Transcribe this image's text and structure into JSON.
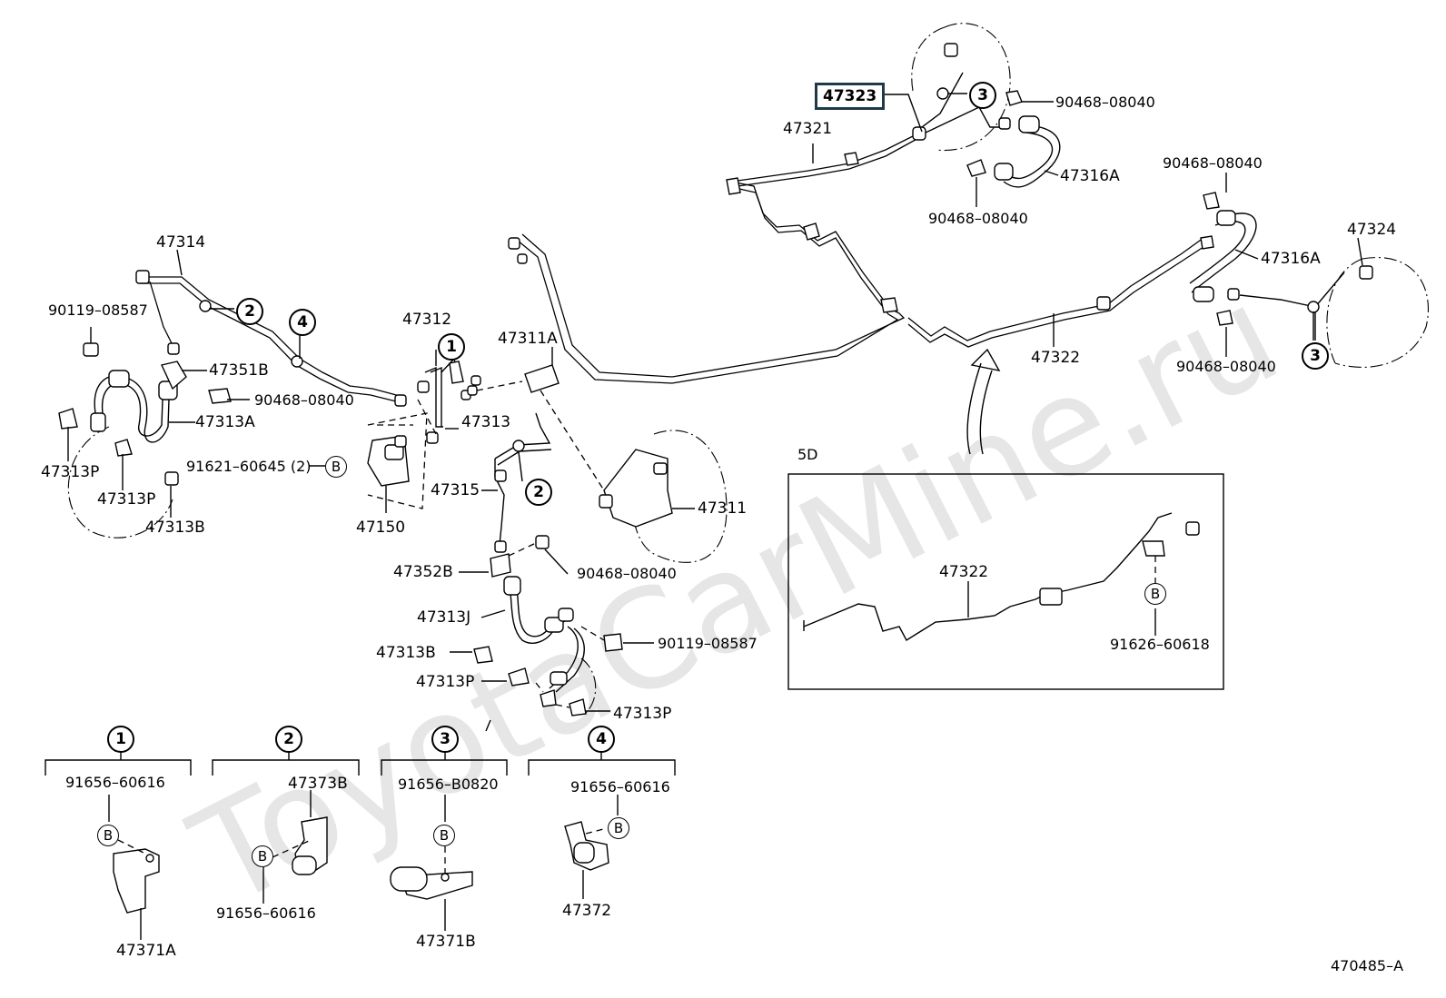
{
  "watermark": "ToyotaCarMine.ru",
  "figure_id": "470485–A",
  "inset": {
    "title": "5D",
    "part_pipe": "47322",
    "part_bolt": "91626–60618",
    "bolt_letter": "B"
  },
  "highlighted_part": "47323",
  "labels": {
    "p47321": "47321",
    "p47316a_top": "47316A",
    "p90468_top_r": "90468–08040",
    "p90468_top_b": "90468–08040",
    "p90468_right_t": "90468–08040",
    "p90468_right_b": "90468–08040",
    "p47324": "47324",
    "p47316a_right": "47316A",
    "p47322": "47322",
    "p47314": "47314",
    "p90119_left": "90119–08587",
    "p47351b": "47351B",
    "p90468_left": "90468–08040",
    "p47313a": "47313A",
    "p47313p_l1": "47313P",
    "p47313p_l2": "47313P",
    "p47313b_left": "47313B",
    "p91621": "91621–60645 (2)",
    "p47150": "47150",
    "p47312": "47312",
    "p47313": "47313",
    "p47311a": "47311A",
    "p47315": "47315",
    "p47311": "47311",
    "p47352b": "47352B",
    "p90468_mid": "90468–08040",
    "p47313j": "47313J",
    "p90119_mid": "90119–08587",
    "p47313b_mid": "47313B",
    "p47313p_m1": "47313P",
    "p47313p_m2": "47313P"
  },
  "callouts": [
    "1",
    "2",
    "3",
    "4"
  ],
  "bolt_letter": "B",
  "details": [
    {
      "num": "1",
      "bolt": "91656–60616",
      "part": "47371A"
    },
    {
      "num": "2",
      "bolt": "91656–60616",
      "part": "47373B"
    },
    {
      "num": "3",
      "bolt": "91656–B0820",
      "part": "47371B"
    },
    {
      "num": "4",
      "bolt": "91656–60616",
      "part": "47372"
    }
  ]
}
